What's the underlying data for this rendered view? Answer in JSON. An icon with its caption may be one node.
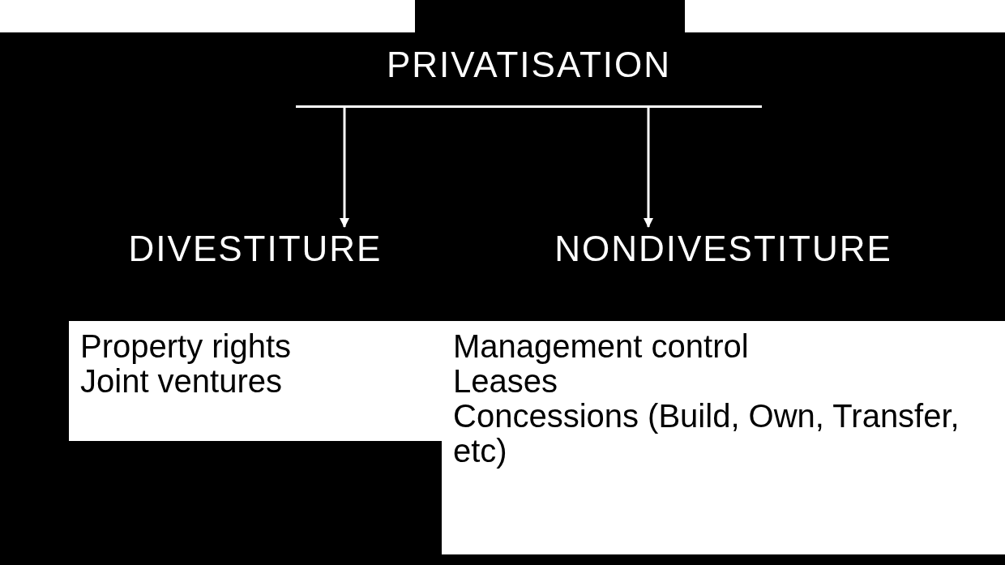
{
  "diagram": {
    "nodes": [
      {
        "text": [
          "PRIVATISATION"
        ]
      },
      {
        "text": [
          "DIVESTITURE",
          "Property rights",
          "Joint ventures"
        ]
      },
      {
        "text": [
          "NONDIVESTITURE",
          "Management control",
          "Leases",
          "Concessions (Build, Own, Transfer, etc)"
        ]
      }
    ],
    "edges": [
      {
        "from": 0,
        "to": 1,
        "arrow": "to"
      },
      {
        "from": 0,
        "to": 2,
        "arrow": "to"
      }
    ]
  }
}
